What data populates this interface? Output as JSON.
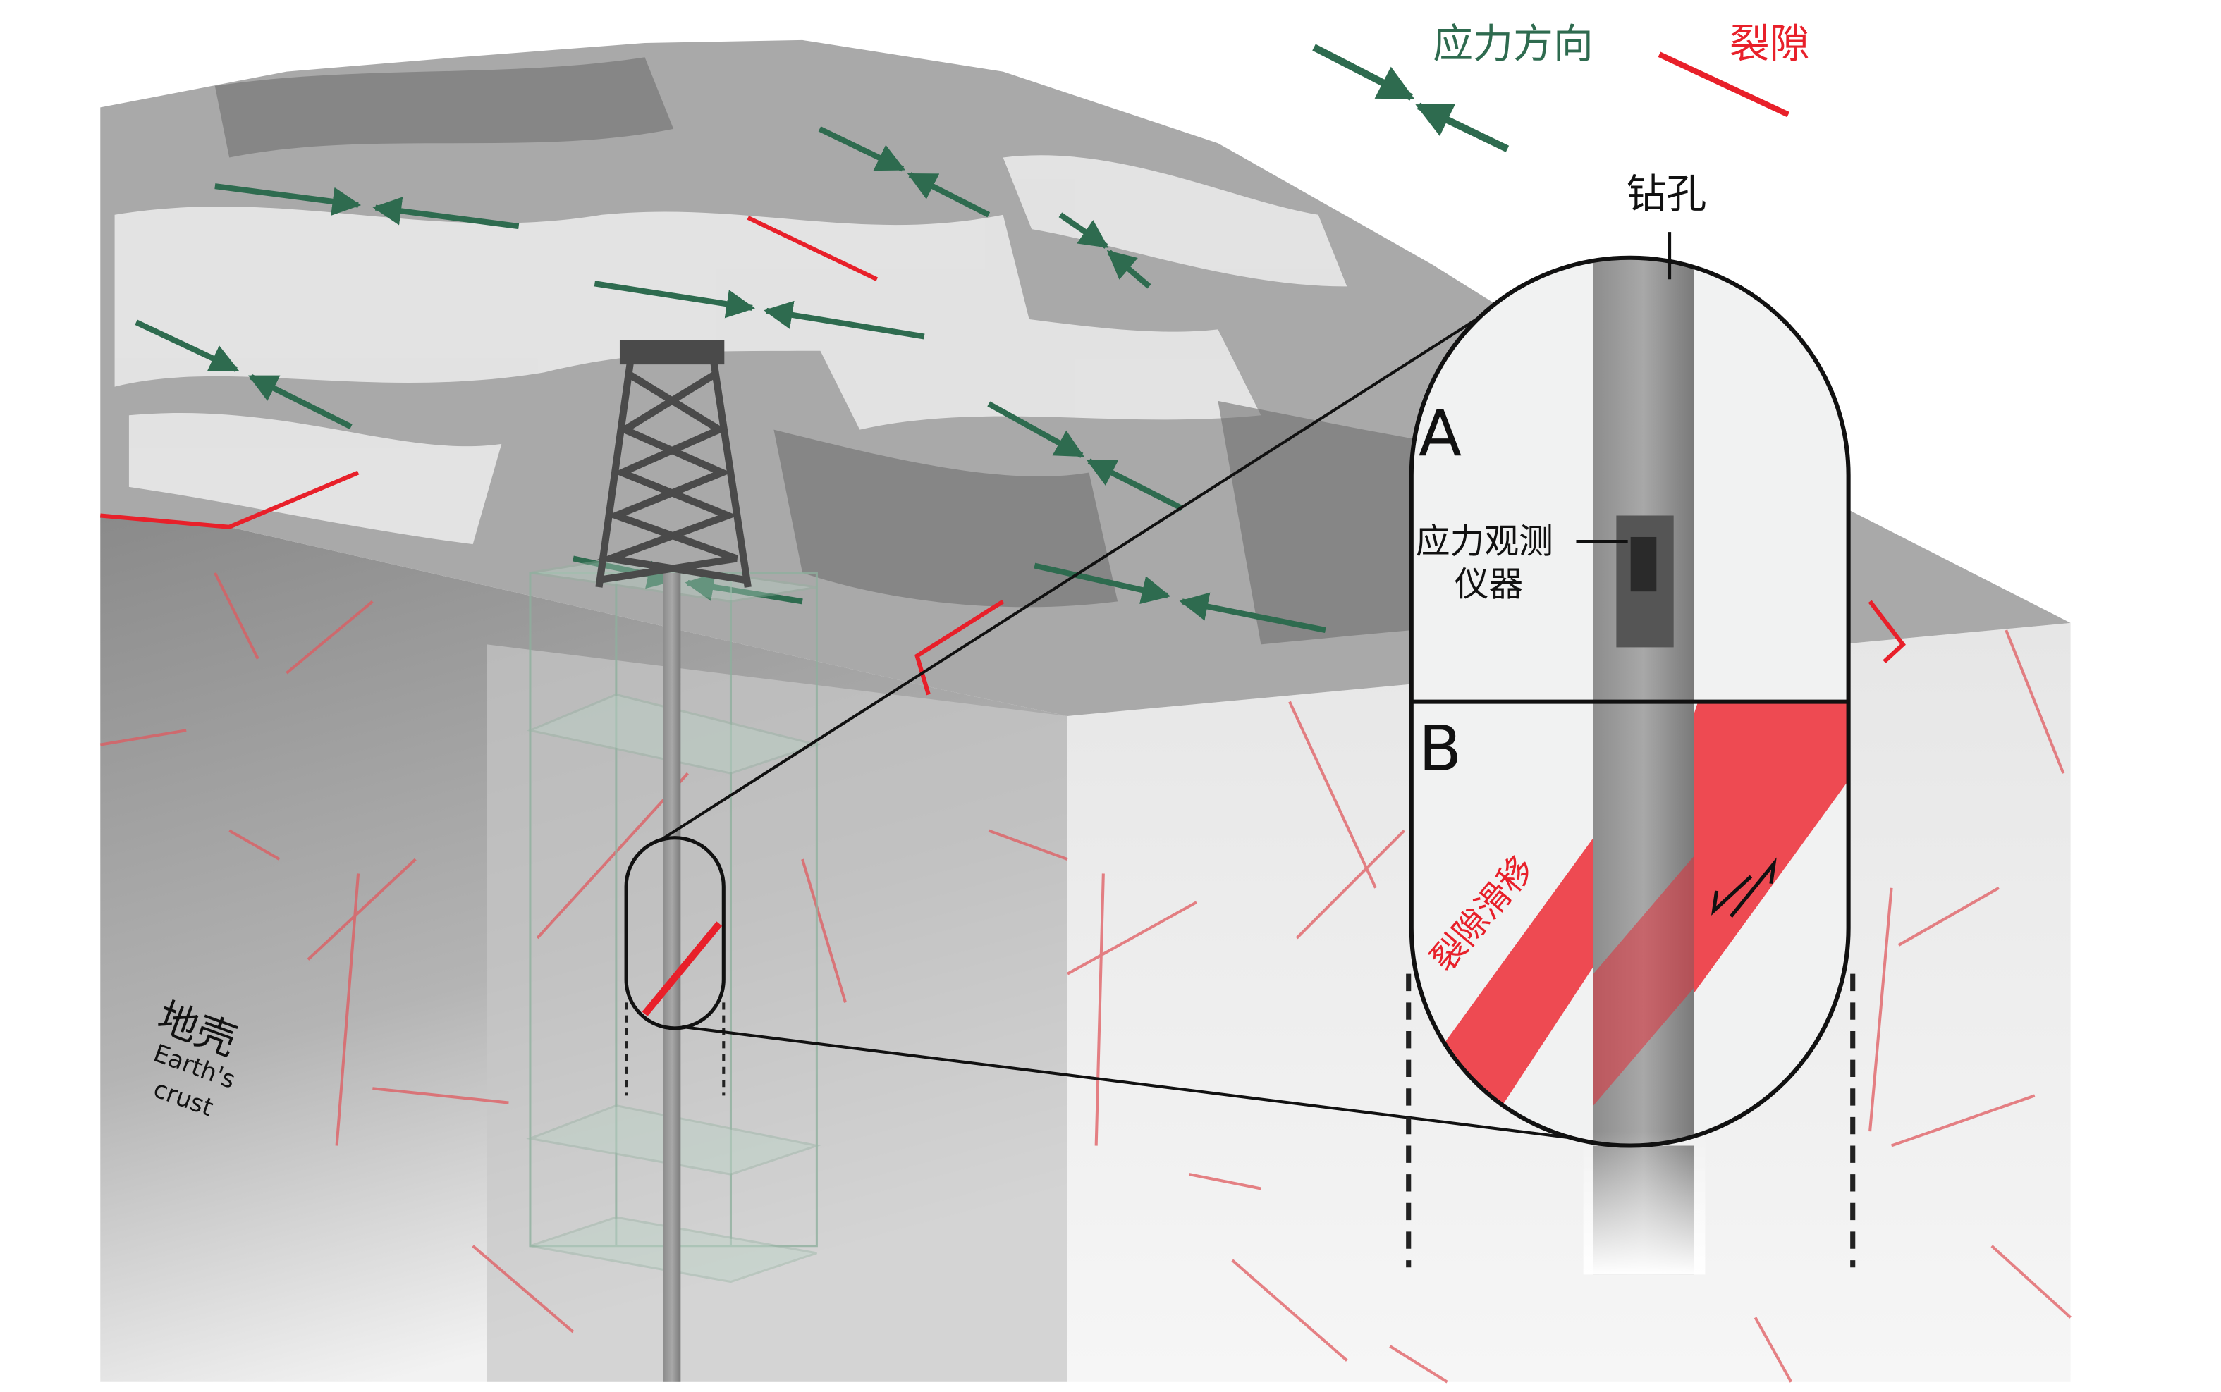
{
  "legend": {
    "stress_label": "应力方向",
    "fracture_label": "裂隙"
  },
  "labels": {
    "borehole": "钻孔",
    "section_a": "A",
    "section_b": "B",
    "instrument_line1": "应力观测",
    "instrument_line2": "仪器",
    "fracture_slip": "裂隙滑移",
    "crust_zh": "地壳",
    "crust_en_1": "Earth's",
    "crust_en_2": "crust"
  },
  "colors": {
    "stress": "#2e6b4f",
    "fracture": "#e8202a",
    "band": "#ee4a52"
  }
}
